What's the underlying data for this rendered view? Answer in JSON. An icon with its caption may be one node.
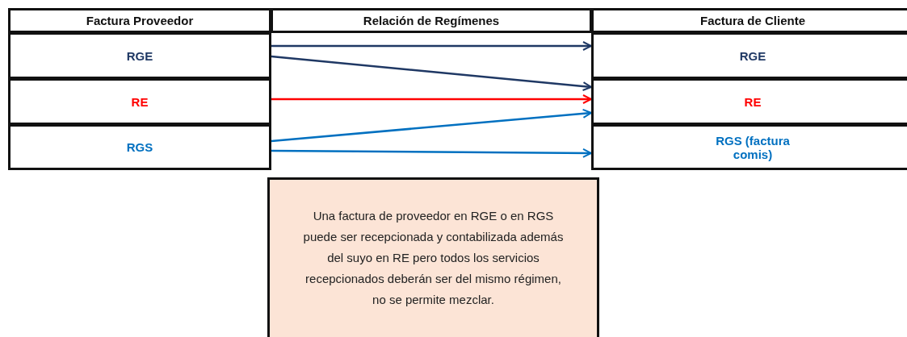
{
  "diagram": {
    "nodes": [
      {
        "text": [
          "Factura Proveedor"
        ]
      },
      {
        "text": [
          "Relación de Regímenes"
        ]
      },
      {
        "text": [
          "Factura de Cliente"
        ]
      },
      {
        "text": [
          "RGE"
        ]
      },
      {
        "text": [
          "RE"
        ]
      },
      {
        "text": [
          "RGS"
        ]
      },
      {
        "text": [
          "RGE"
        ]
      },
      {
        "text": [
          "RE"
        ]
      },
      {
        "text": [
          "RGS (factura comis)"
        ]
      },
      {
        "text": [
          "Una factura de proveedor en RGE o en RGS puede ser recepcionada y contabilizada además del suyo en RE pero todos los servicios recepcionados deberán ser del mismo régimen, no se permite mezclar."
        ]
      }
    ],
    "edges": [
      {
        "from": 3,
        "to": 6,
        "arrow": "to",
        "color": "#1f3864"
      },
      {
        "from": 3,
        "to": 7,
        "arrow": "to",
        "color": "#1f3864"
      },
      {
        "from": 4,
        "to": 7,
        "arrow": "to",
        "color": "#ff0000"
      },
      {
        "from": 5,
        "to": 7,
        "arrow": "to",
        "color": "#0070c0"
      },
      {
        "from": 5,
        "to": 8,
        "arrow": "to",
        "color": "#0070c0"
      }
    ]
  }
}
